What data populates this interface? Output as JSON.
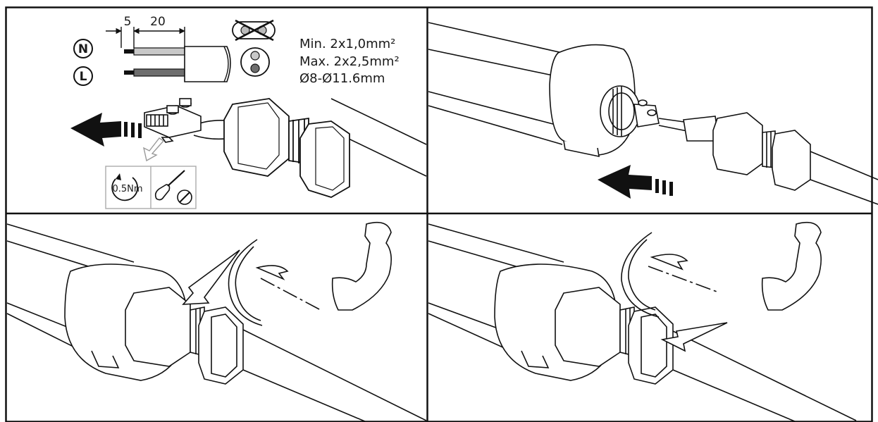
{
  "panel_1": {
    "wire_labels": {
      "neutral": "N",
      "live": "L"
    },
    "strip_lengths": {
      "short": "5",
      "long": "20"
    },
    "torque_label": "0.5Nm",
    "specs": {
      "min": "Min.  2x1,0mm²",
      "max": "Max. 2x2,5mm²",
      "diameter": "Ø8-Ø11.6mm"
    }
  }
}
